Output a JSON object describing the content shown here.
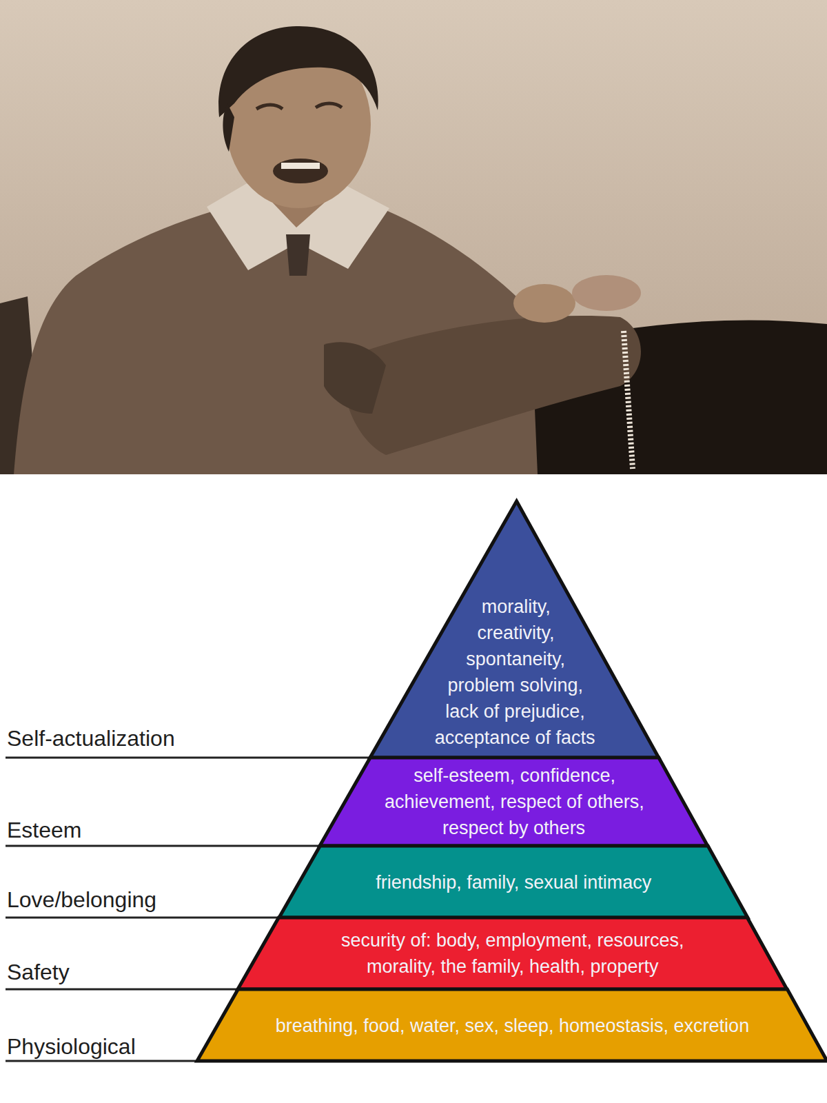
{
  "diagram": {
    "nodes": [
      {
        "text": [
          "morality, creativity, spontaneity, problem solving, lack of prejudice, acceptance of facts"
        ]
      },
      {
        "text": [
          "self-esteem, confidence, achievement, respect of others, respect by others"
        ]
      },
      {
        "text": [
          "friendship, family, sexual intimacy"
        ]
      },
      {
        "text": [
          "security of: body, employment, resources, morality, the family, health, property"
        ]
      },
      {
        "text": [
          "breathing, food, water, sex, sleep, homeostasis, excretion"
        ]
      }
    ],
    "labels": [
      "Self-actualization",
      "Esteem",
      "Love/belonging",
      "Safety",
      "Physiological"
    ]
  }
}
